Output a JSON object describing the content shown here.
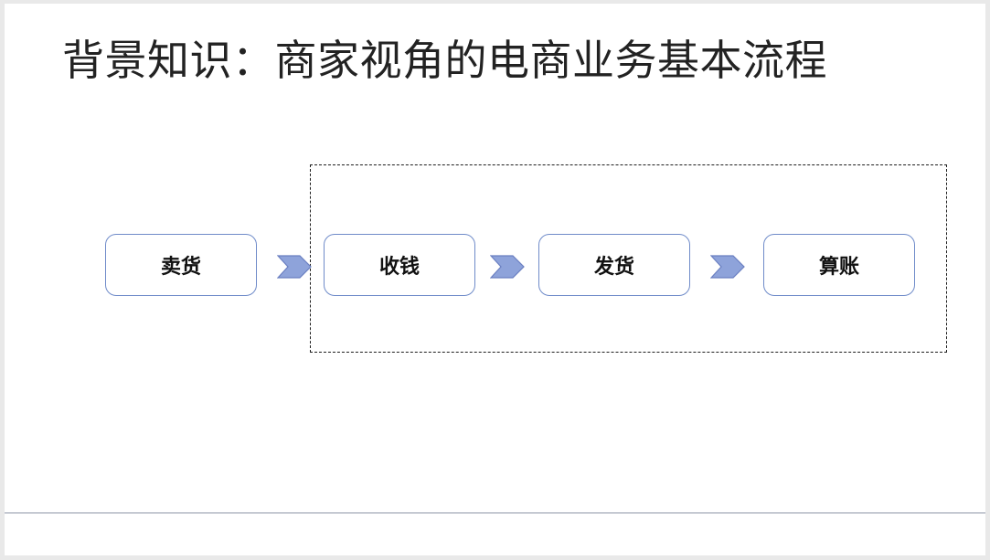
{
  "slide": {
    "title": "背景知识：商家视角的电商业务基本流程"
  },
  "flow": {
    "steps": [
      {
        "label": "卖货"
      },
      {
        "label": "收钱"
      },
      {
        "label": "发货"
      },
      {
        "label": "算账"
      }
    ],
    "connector_icon": "chevron-right-icon",
    "highlighted_steps": [
      "收钱",
      "发货",
      "算账"
    ]
  },
  "colors": {
    "title": "#222222",
    "box_border": "#6f8bc9",
    "chevron_fill": "#8ea3da",
    "chevron_stroke": "#6a7fc1",
    "scope_frame": "#1e1e1e",
    "rule": "#8d93a6",
    "frame_background": "#e9e9e9"
  }
}
